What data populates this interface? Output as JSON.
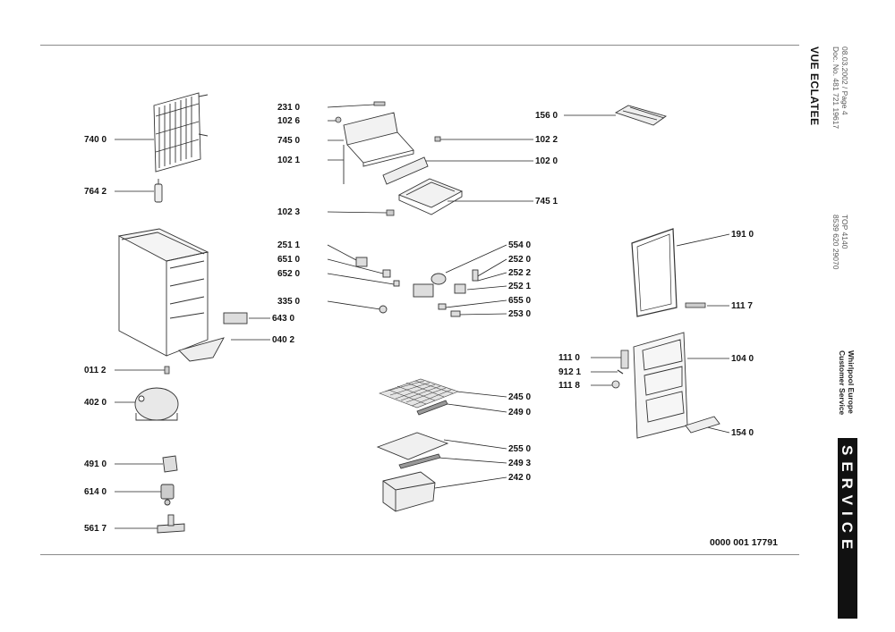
{
  "header": {
    "date_line": "08.03.2002 / Page 4",
    "doc_line": "Doc. No. 481 721 19617",
    "model": "TOP 4140",
    "model_code": "8539 620 29070",
    "company_line1": "Whirlpool Europe",
    "company_line2": "Customer Service"
  },
  "title": "VUE ECLATEE",
  "service_label": "SERVICE",
  "document_number": "0000 001 17791",
  "part_labels": {
    "p7400": "740 0",
    "p7642": "764 2",
    "p0112": "011 2",
    "p4020": "402 0",
    "p4910": "491 0",
    "p6140": "614 0",
    "p5617": "561 7",
    "p2310": "231 0",
    "p1026": "102 6",
    "p7450": "745 0",
    "p1021": "102 1",
    "p1023": "102 3",
    "p2511": "251 1",
    "p6510": "651 0",
    "p6520": "652 0",
    "p3350": "335 0",
    "p6430": "643 0",
    "p0402": "040 2",
    "p1560": "156 0",
    "p1022": "102 2",
    "p1020": "102 0",
    "p7451": "745 1",
    "p5540": "554 0",
    "p2520": "252 0",
    "p2522": "252 2",
    "p2521": "252 1",
    "p6550": "655 0",
    "p2530": "253 0",
    "p1910": "191 0",
    "p1117": "111 7",
    "p1110": "111 0",
    "p9121": "912 1",
    "p1118": "111 8",
    "p1040": "104 0",
    "p1540": "154 0",
    "p2450": "245 0",
    "p2490": "249 0",
    "p2550": "255 0",
    "p2493": "249 3",
    "p2420": "242 0"
  }
}
